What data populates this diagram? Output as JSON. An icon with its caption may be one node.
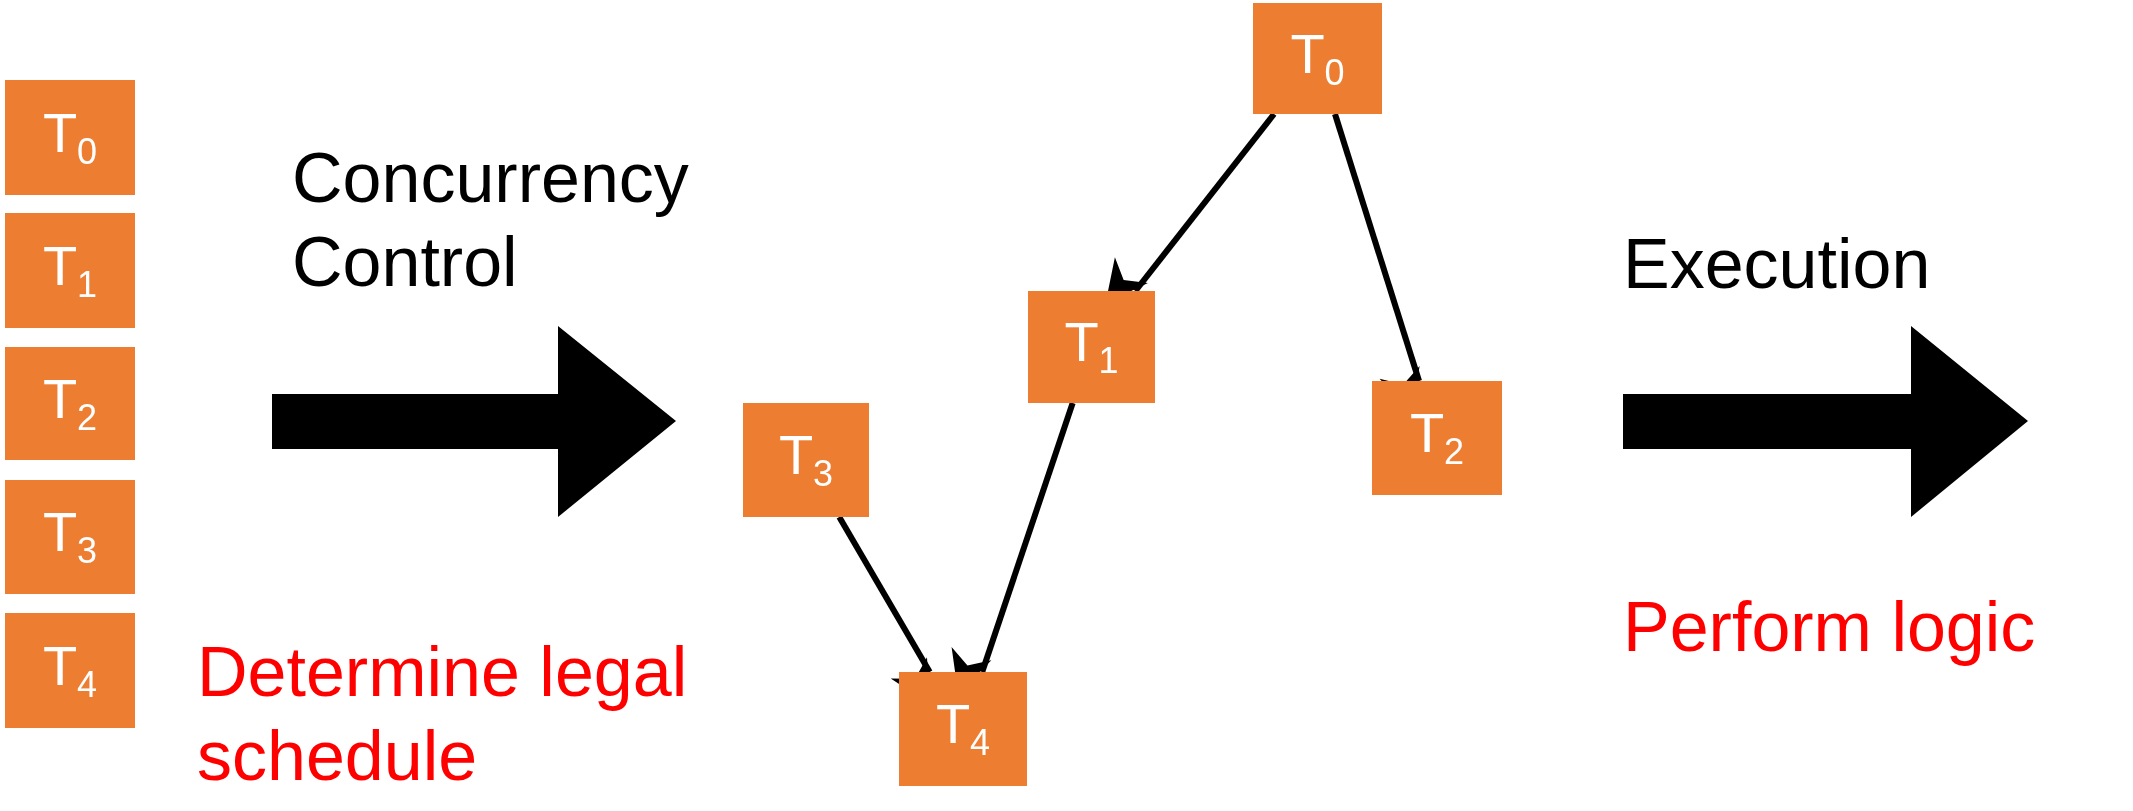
{
  "diagram": {
    "nodes": [
      {
        "text": [
          "T$_{0}$"
        ]
      },
      {
        "text": [
          "T$_{1}$"
        ]
      },
      {
        "text": [
          "T$_{2}$"
        ]
      },
      {
        "text": [
          "T$_{3}$"
        ]
      },
      {
        "text": [
          "T$_{4}$"
        ]
      },
      {
        "text": [
          "T$_{0}$"
        ]
      },
      {
        "text": [
          "T$_{1}$"
        ]
      },
      {
        "text": [
          "T$_{2}$"
        ]
      },
      {
        "text": [
          "T$_{3}$"
        ]
      },
      {
        "text": [
          "T$_{4}$"
        ]
      }
    ],
    "edges": [
      {
        "from": 5,
        "to": 6,
        "arrow": "to"
      },
      {
        "from": 5,
        "to": 7,
        "arrow": "to"
      },
      {
        "from": 6,
        "to": 9,
        "arrow": "to"
      },
      {
        "from": 8,
        "to": 9,
        "arrow": "to"
      }
    ],
    "labels": [
      "Concurrency Control",
      "Determine legal schedule",
      "Execution",
      "Perform logic"
    ]
  }
}
